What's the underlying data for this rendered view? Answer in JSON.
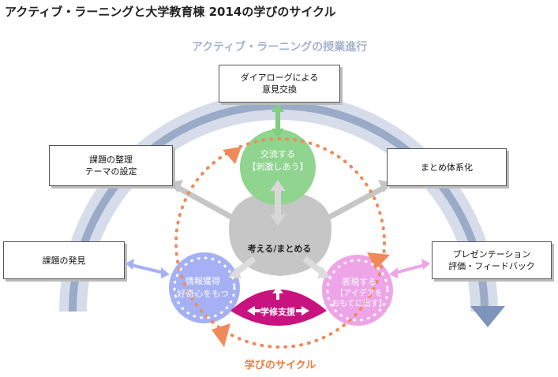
{
  "title": "アクティブ・ラーニングと大学教育棟 2014の学びのサイクル",
  "arc_label": "アクティブ・ラーニングの授業進行",
  "cycle_label": "学びのサイクル",
  "boxes": {
    "dialogue": [
      "ダイアローグによる",
      "意見交換"
    ],
    "organize": [
      "課題の整理",
      "テーマの設定"
    ],
    "summarize": [
      "まとめ体系化"
    ],
    "discover": [
      "課題の発見"
    ],
    "present": [
      "プレゼンテーション",
      "評価・フィードバック"
    ]
  },
  "circles": {
    "exchange": [
      "交流する",
      "【刺激しあう】"
    ],
    "info": [
      "情報獲得",
      "好奇心をもつ"
    ],
    "express": [
      "表現する",
      "【アイデアを",
      "おもてに出す】"
    ],
    "think": "考える/まとめる",
    "support": "学修支援"
  },
  "colors": {
    "arc_outer": "#d6dcea",
    "arc_inner": "#9aabc8",
    "green": "#8fd48f",
    "blue": "#a5b0f5",
    "pink": "#eda5e8",
    "gray": "#c6c6c6",
    "magenta": "#c8127f",
    "dots": "#f08a5a",
    "label_blue": "#a6b2cc",
    "label_orange": "#f07a3a"
  }
}
